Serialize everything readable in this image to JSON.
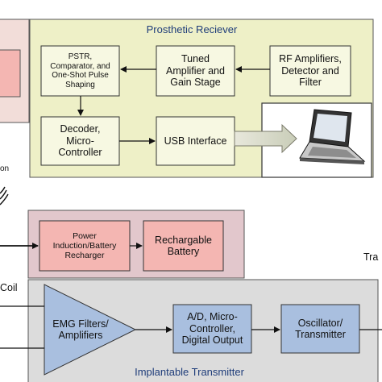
{
  "receiver": {
    "title": "Prosthetic Reciever",
    "pstr": "PSTR,\nComparator, and\nOne-Shot Pulse\nShaping",
    "tuned": "Tuned\nAmplifier and\nGain Stage",
    "rf": "RF Amplifiers,\nDetector and\nFilter",
    "decoder": "Decoder,\nMicro-\nController",
    "usb": "USB Interface"
  },
  "power": {
    "induction": "Power\nInduction/Battery\nRecharger",
    "battery": "Rechargable\nBattery"
  },
  "transmitter": {
    "title": "Implantable Transmitter",
    "emg": "EMG Filters/\nAmplifiers",
    "ad": "A/D, Micro-\nController,\nDigital Output",
    "osc": "Oscillator/\nTransmitter"
  },
  "edge_labels": {
    "left_fragment": "on",
    "coil": "Coil",
    "right_fragment": "Tra"
  },
  "icons": [
    "laptop-icon",
    "wireless-signal-icon"
  ],
  "colors": {
    "receiver_bg": "#eef0c7",
    "pink_block": "#f4b6b2",
    "power_bg": "#e2c7cc",
    "transmitter_bg": "#dcdcdc",
    "blue_block": "#a9bfdf",
    "title_text": "#1f3d7a"
  }
}
